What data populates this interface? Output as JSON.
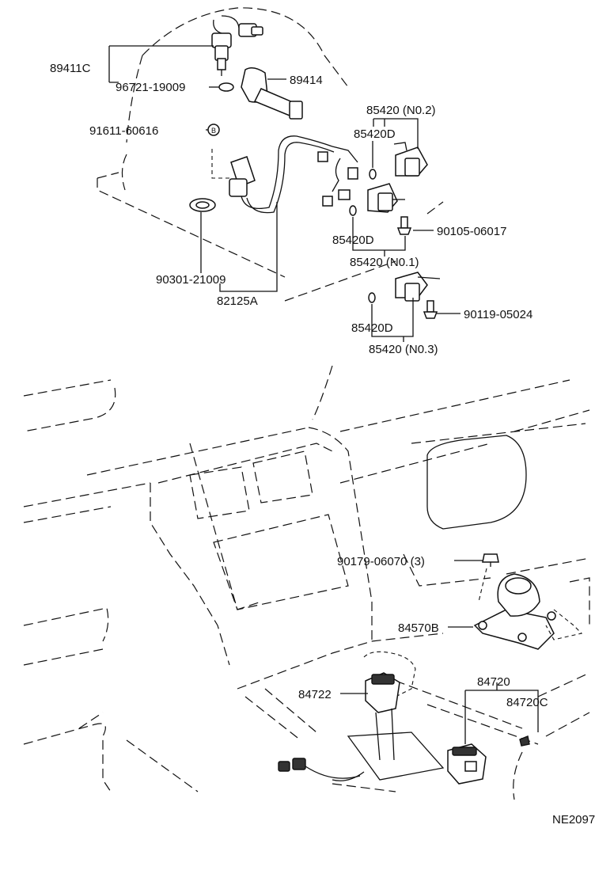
{
  "labels": {
    "p89411C": "89411C",
    "p96721_19009": "96721-19009",
    "p89414": "89414",
    "p91611_60616": "91611-60616",
    "p85420_no2": "85420 (N0.2)",
    "p85420D_a": "85420D",
    "p85420D_b": "85420D",
    "p90105_06017": "90105-06017",
    "p85420_no1": "85420 (N0.1)",
    "p90301_21009": "90301-21009",
    "p82125A": "82125A",
    "p85420D_c": "85420D",
    "p90119_05024": "90119-05024",
    "p85420_no3": "85420 (N0.3)",
    "p90179_06070": "90179-06070 (3)",
    "p84570B": "84570B",
    "p84722": "84722",
    "p84720": "84720",
    "p84720C": "84720C",
    "code": "NE2097"
  },
  "markers": {
    "bolt_b": "B"
  }
}
